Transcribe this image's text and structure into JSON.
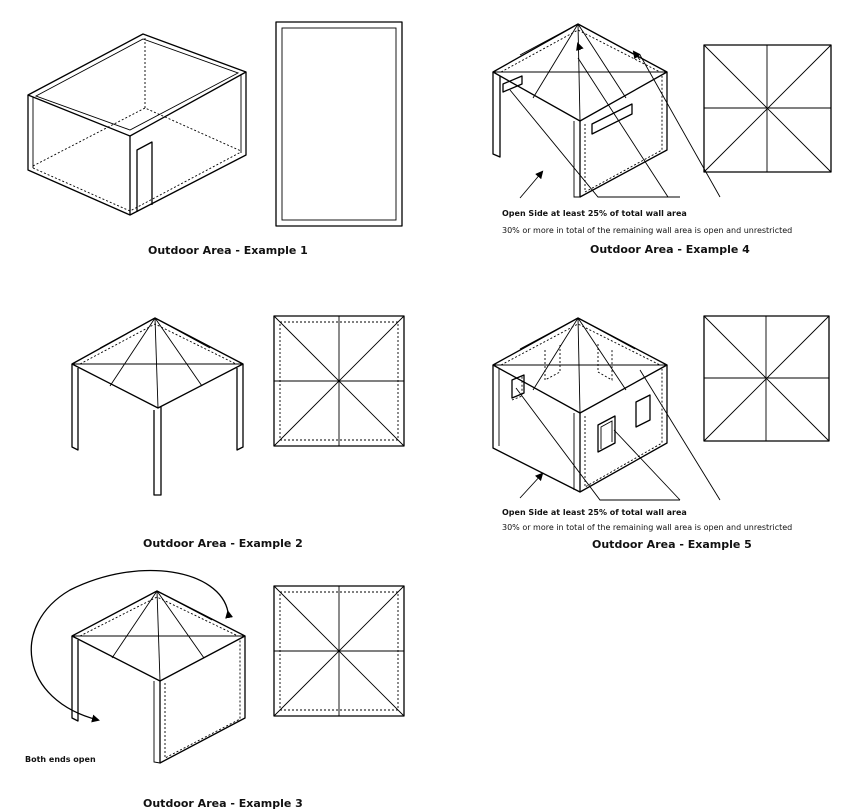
{
  "examples": [
    {
      "caption": "Outdoor Area - Example 1"
    },
    {
      "caption": "Outdoor Area - Example 2"
    },
    {
      "caption": "Outdoor Area - Example 3"
    },
    {
      "caption": "Outdoor Area - Example 4"
    },
    {
      "caption": "Outdoor Area - Example 5"
    }
  ],
  "annotations": {
    "example3_both_ends": "Both ends open",
    "example4_open_side": "Open Side at least 25% of total wall area",
    "example4_remaining": "30% or more in total of the remaining wall area is open and unrestricted",
    "example5_open_side": "Open Side at least 25% of total wall area",
    "example5_remaining": "30% or more in total of the remaining wall area is open and unrestricted"
  }
}
